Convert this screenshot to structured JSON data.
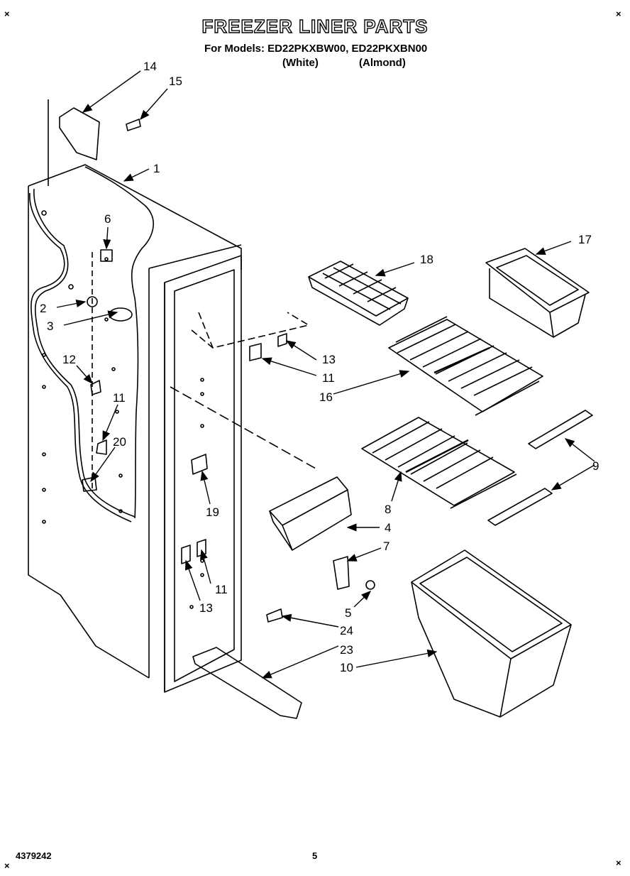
{
  "header": {
    "title": "FREEZER LINER PARTS",
    "models_line": "For Models: ED22PKXBW00, ED22PKXBN00",
    "white": "(White)",
    "almond": "(Almond)"
  },
  "callouts": {
    "c14": "14",
    "c15": "15",
    "c1": "1",
    "c6": "6",
    "c2": "2",
    "c3": "3",
    "c12": "12",
    "c11a": "11",
    "c20": "20",
    "c13a": "13",
    "c11b": "11",
    "c16": "16",
    "c18": "18",
    "c17": "17",
    "c9": "9",
    "c8": "8",
    "c4": "4",
    "c19": "19",
    "c7": "7",
    "c11c": "11",
    "c13b": "13",
    "c5": "5",
    "c24": "24",
    "c23": "23",
    "c10": "10"
  },
  "footer": {
    "doc_number": "4379242",
    "page": "5"
  }
}
